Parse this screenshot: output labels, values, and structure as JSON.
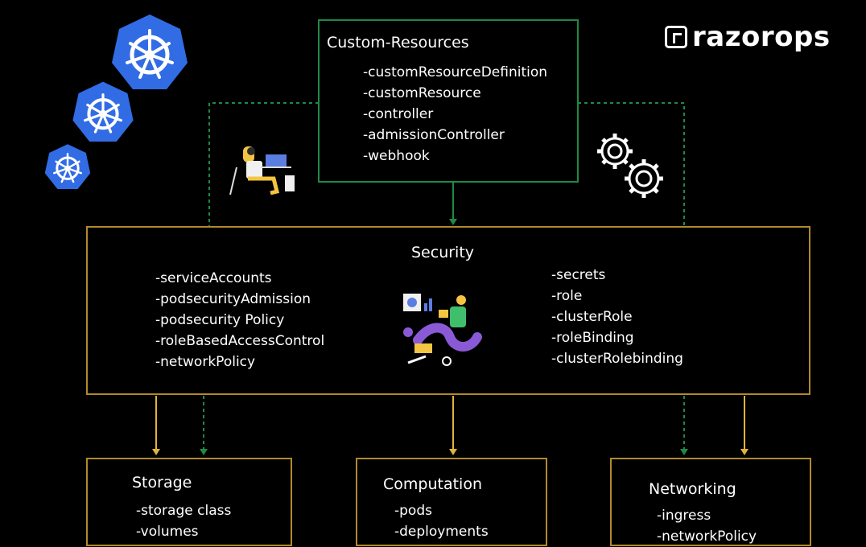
{
  "brand": {
    "name": "razorops"
  },
  "custom_resources": {
    "title": "Custom-Resources",
    "items": [
      "-customResourceDefinition",
      "-customResource",
      "-controller",
      "-admissionController",
      "-webhook"
    ]
  },
  "security": {
    "title": "Security",
    "left_items": [
      "-serviceAccounts",
      "-podsecurityAdmission",
      "-podsecurity Policy",
      "-roleBasedAccessControl",
      "-networkPolicy"
    ],
    "right_items": [
      "-secrets",
      "-role",
      "-clusterRole",
      "-roleBinding",
      "-clusterRolebinding"
    ]
  },
  "storage": {
    "title": "Storage",
    "items": [
      "-storage class",
      "-volumes"
    ]
  },
  "computation": {
    "title": "Computation",
    "items": [
      "-pods",
      "-deployments"
    ]
  },
  "networking": {
    "title": "Networking",
    "items": [
      "-ingress",
      "-networkPolicy"
    ]
  },
  "colors": {
    "green": "#1f8a45",
    "gold": "#b08a2a",
    "k8s_blue": "#326ce5",
    "arrow_gold": "#e0b43a"
  },
  "icons": [
    "kubernetes-icon",
    "developer-laptop-illustration",
    "gears-icon",
    "security-team-illustration"
  ]
}
